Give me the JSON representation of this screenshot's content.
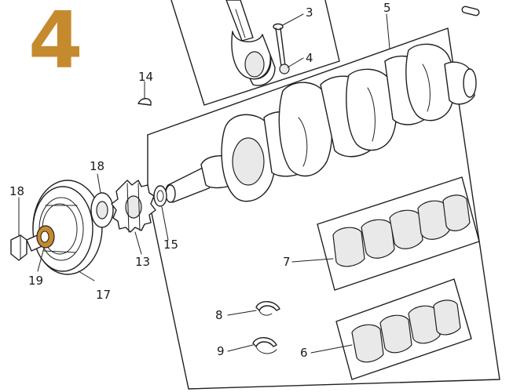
{
  "diagram": {
    "step_number": "4",
    "highlight_color": "#c68a2e",
    "callouts": {
      "c3": "3",
      "c4": "4",
      "c5": "5",
      "c6": "6",
      "c7": "7",
      "c8": "8",
      "c9": "9",
      "c13": "13",
      "c14": "14",
      "c15": "15",
      "c16": "18",
      "c17": "17",
      "c18": "18",
      "c19": "19"
    }
  }
}
